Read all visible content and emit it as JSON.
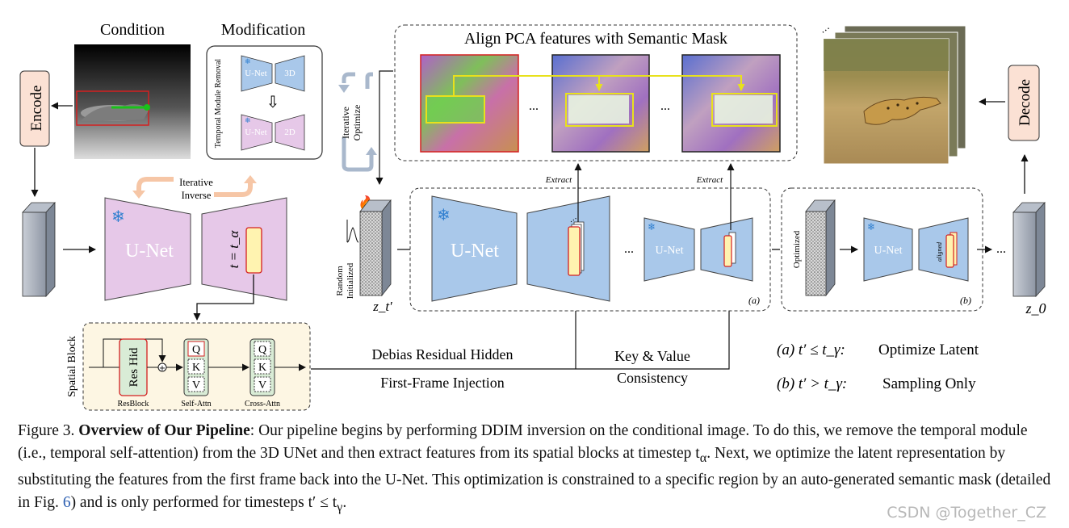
{
  "labels": {
    "condition": "Condition",
    "modification": "Modification",
    "temporal_module_removal": "Temporal Module Removal",
    "unet_small": "U-Net",
    "dim_3d": "3D",
    "dim_2d": "2D",
    "encode": "Encode",
    "decode": "Decode",
    "iterative_inverse_1": "Iterative",
    "iterative_inverse_2": "Inverse",
    "unet_big": "U-Net",
    "t_alpha": "t = t_α",
    "spatial_block": "Spatial Block",
    "res_hid": "Res Hid",
    "q": "Q",
    "k": "K",
    "v": "V",
    "resblock": "ResBlock",
    "self_attn": "Self-Attn",
    "cross_attn": "Cross-Attn",
    "debias": "Debias Residual Hidden",
    "first_frame": "First-Frame Injection",
    "key_value_1": "Key & Value",
    "key_value_2": "Consistency",
    "align_title": "Align PCA features with Semantic Mask",
    "iterative_optimize_1": "Iterative",
    "iterative_optimize_2": "Optimize",
    "random_initialized_1": "Random",
    "random_initialized_2": "Initialized",
    "z_t_prime": "z_t′",
    "extract_1": "Extract",
    "extract_2": "Extract",
    "ellipsis_1": "...",
    "ellipsis_2": "...",
    "ellipsis_3": "...",
    "ellipsis_4": "...",
    "marker_a": "(a)",
    "marker_b": "(b)",
    "optimized": "Optimized",
    "aligned": "aligned",
    "z_0": "z_0",
    "legend_a_prefix": "(a)  t′ ≤ t_γ:",
    "legend_a_text": "Optimize Latent",
    "legend_b_prefix": "(b)  t′ > t_γ:",
    "legend_b_text": "Sampling Only"
  },
  "caption": {
    "prefix": "Figure 3. ",
    "title": "Overview of Our Pipeline",
    "body_1": ": Our pipeline begins by performing DDIM inversion on the conditional image. To do this, we remove the temporal module (i.e., temporal self-attention) from the 3D UNet and then extract features from its spatial blocks at timestep t",
    "alpha": "α",
    "body_2": ". Next, we optimize the latent representation by substituting the features from the first frame back into the U-Net. This optimization is constrained to a specific region by an auto-generated semantic mask (detailed in Fig. ",
    "fig_ref": "6",
    "body_3": ") and is only performed for timesteps t′ ≤ t",
    "gamma": "γ",
    "body_4": "."
  },
  "watermark": "CSDN @Together_CZ",
  "colors": {
    "unet_pink": "#e6c8e8",
    "unet_blue": "#a9c8ea",
    "encode_fill": "#fbe1d4",
    "highlight_yellow": "#fff3b0",
    "mask_yellow": "#e8e11c",
    "green_arrow": "#19c219",
    "bbox_red": "#d42020"
  }
}
